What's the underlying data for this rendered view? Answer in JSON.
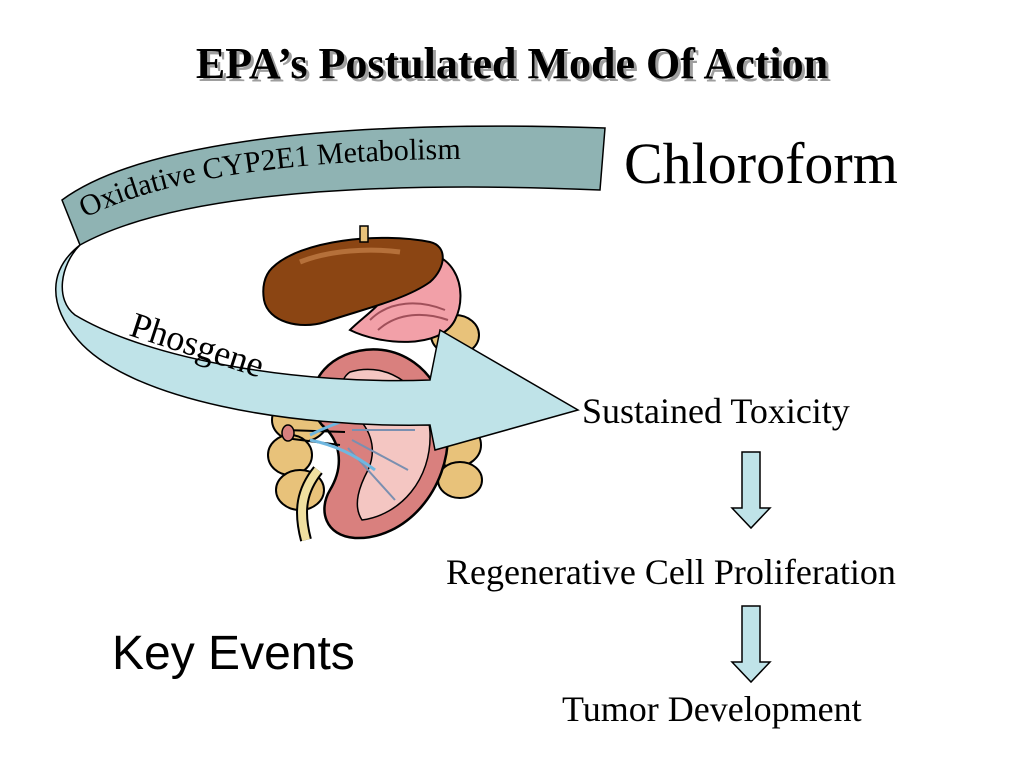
{
  "slide": {
    "title": "EPA’s Postulated Mode Of Action",
    "chemical": "Chloroform",
    "ribbon_top_label": "Oxidative CYP2E1 Metabolism",
    "ribbon_bottom_label": "Phosgene",
    "events": [
      "Sustained Toxicity",
      "Regenerative Cell Proliferation",
      "Tumor Development"
    ],
    "key_events_label": "Key Events"
  },
  "colors": {
    "ribbon_fill": "#bfe3e8",
    "ribbon_back_fill": "#8fb3b3",
    "arrow_fill": "#bfe3e8",
    "liver": "#8b4513",
    "kidney": "#d9807e",
    "intestine": "#e8c27a"
  },
  "icons": {
    "organ_illustration": "liver-kidney-intestine-clipart",
    "flow_arrow": "down-arrow-icon"
  }
}
